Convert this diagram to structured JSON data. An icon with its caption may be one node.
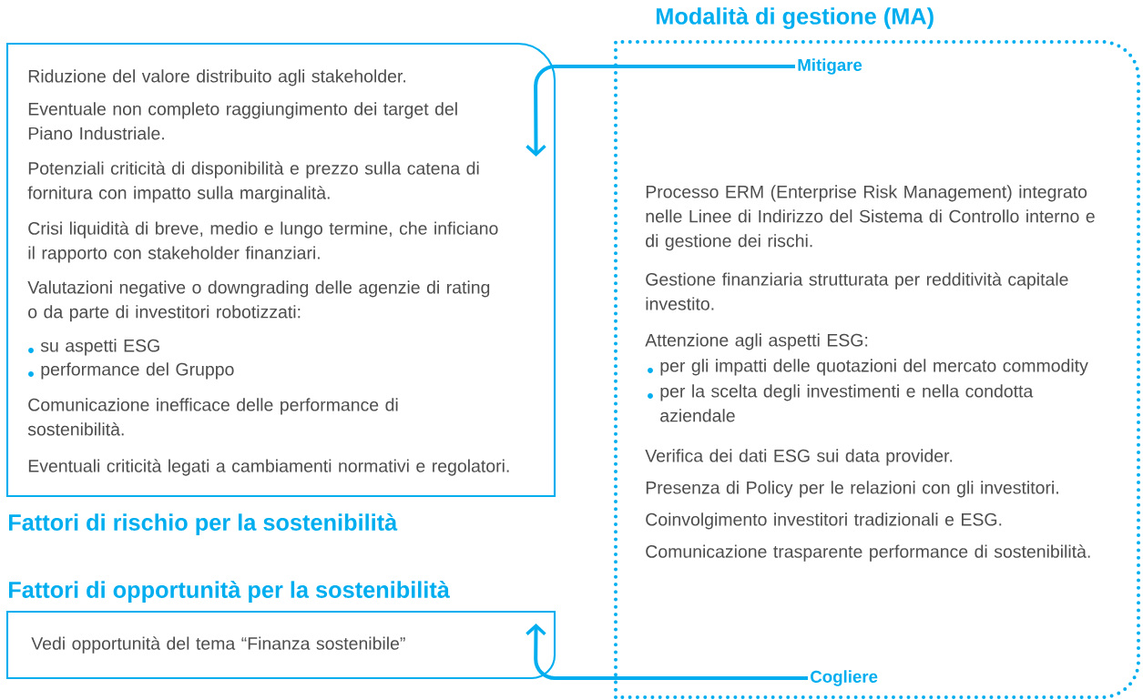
{
  "diagram": {
    "nodes": [
      {
        "text": [
          "Riduzione del valore distribuito agli stakeholder.",
          "Eventuale non completo raggiungimento dei target del Piano Industriale.",
          "Potenziali criticità di disponibilità e prezzo sulla catena di fornitura con impatto sulla marginalità.",
          "Crisi liquidità di breve, medio e lungo termine, che inficiano il rapporto con stakeholder finanziari.",
          "Valutazioni negative o downgrading delle agenzie di rating o da parte di investitori robotizzati:",
          "su aspetti ESG",
          "performance del Gruppo",
          "Comunicazione inefficace delle performance di sostenibilità.",
          "Eventuali criticità legati a cambiamenti normativi e regolatori.",
          "Fattori di rischio per la sostenibilità"
        ]
      },
      {
        "text": [
          "Fattori di opportunità per la sostenibilità",
          "Vedi opportunità del tema “Finanza sostenibile”"
        ]
      },
      {
        "text": [
          "Modalità di gestione (MA)",
          "Processo ERM (Enterprise Risk Management) integrato nelle Linee di Indirizzo del Sistema di Controllo interno e di gestione dei rischi.",
          "Gestione finanziaria strutturata per redditività capitale investito.",
          "Attenzione agli aspetti ESG:",
          "per gli impatti delle quotazioni del mercato commodity",
          "per la scelta degli investimenti e nella condotta aziendale",
          "Verifica dei dati ESG sui data provider.",
          "Presenza di Policy per le relazioni con gli investitori.",
          "Coinvolgimento investitori tradizionali e ESG.",
          "Comunicazione trasparente performance di sostenibilità."
        ]
      },
      {
        "text": [
          "Mitigare"
        ],
        "in": 2
      },
      {
        "text": [
          "Cogliere"
        ],
        "in": 2
      }
    ],
    "edges": [
      {
        "from": 3,
        "to": 0,
        "arrow": "to"
      },
      {
        "from": 4,
        "to": 1,
        "arrow": "to"
      }
    ]
  }
}
